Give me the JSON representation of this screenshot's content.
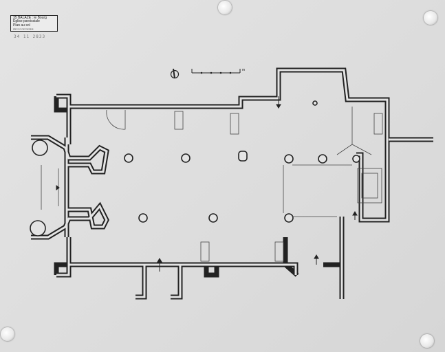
{
  "title_block": {
    "line1": "35  BALAZÉ : le Bourg",
    "line2": "Église paroissiale",
    "line3": "Plan au sol",
    "line4": "plan non communiqué"
  },
  "handwritten_note": "34 11 2833",
  "scale": {
    "unit": "m"
  },
  "colors": {
    "ink": "#222222",
    "paper": "#e2e2e2"
  }
}
